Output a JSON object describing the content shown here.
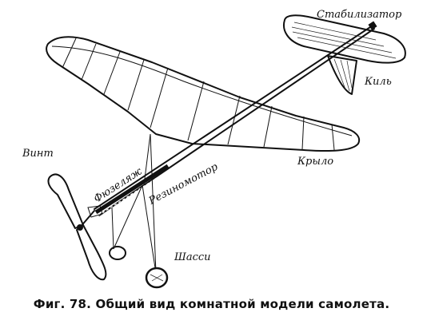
{
  "labels": {
    "stabilizer": "Стабилизатор",
    "fin": "Киль",
    "wing": "Крыло",
    "propeller": "Винт",
    "fuselage": "Фюзеляж",
    "rubber_motor": "Резиномотор",
    "landing_gear": "Шасси"
  },
  "caption": "Фиг. 78. Общий вид комнатной модели самолета."
}
